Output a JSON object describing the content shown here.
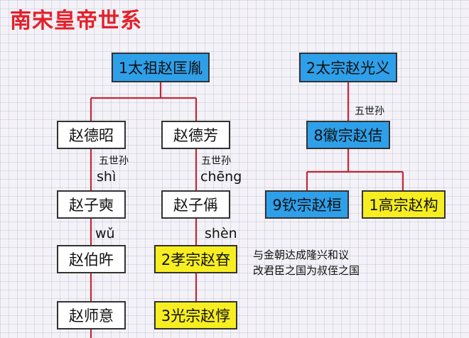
{
  "title": "南宋皇帝世系",
  "boxes": {
    "taizu": "1太祖赵匡胤",
    "taizong": "2太宗赵光义",
    "dezhao": "赵德昭",
    "defang": "赵德芳",
    "huizong": "8徽宗赵佶",
    "zicheng": "赵子奭",
    "zicheng2": "赵子偁",
    "qinzong": "9钦宗赵桓",
    "gaozong": "1高宗赵构",
    "bozuo": "赵伯旿",
    "xiaozong": "2孝宗赵昚",
    "shiyi": "赵师意",
    "guangzong": "3光宗赵惇"
  },
  "labels": {
    "gen5_left": "五世孙",
    "gen5_mid": "五世孙",
    "gen5_right": "五世孙"
  },
  "pinyin": {
    "shi": "shì",
    "cheng": "chēng",
    "wu": "wǔ",
    "shen": "shèn"
  },
  "notes": {
    "line1": "与金朝达成隆兴和议",
    "line2": "改君臣之国为叔侄之国"
  }
}
